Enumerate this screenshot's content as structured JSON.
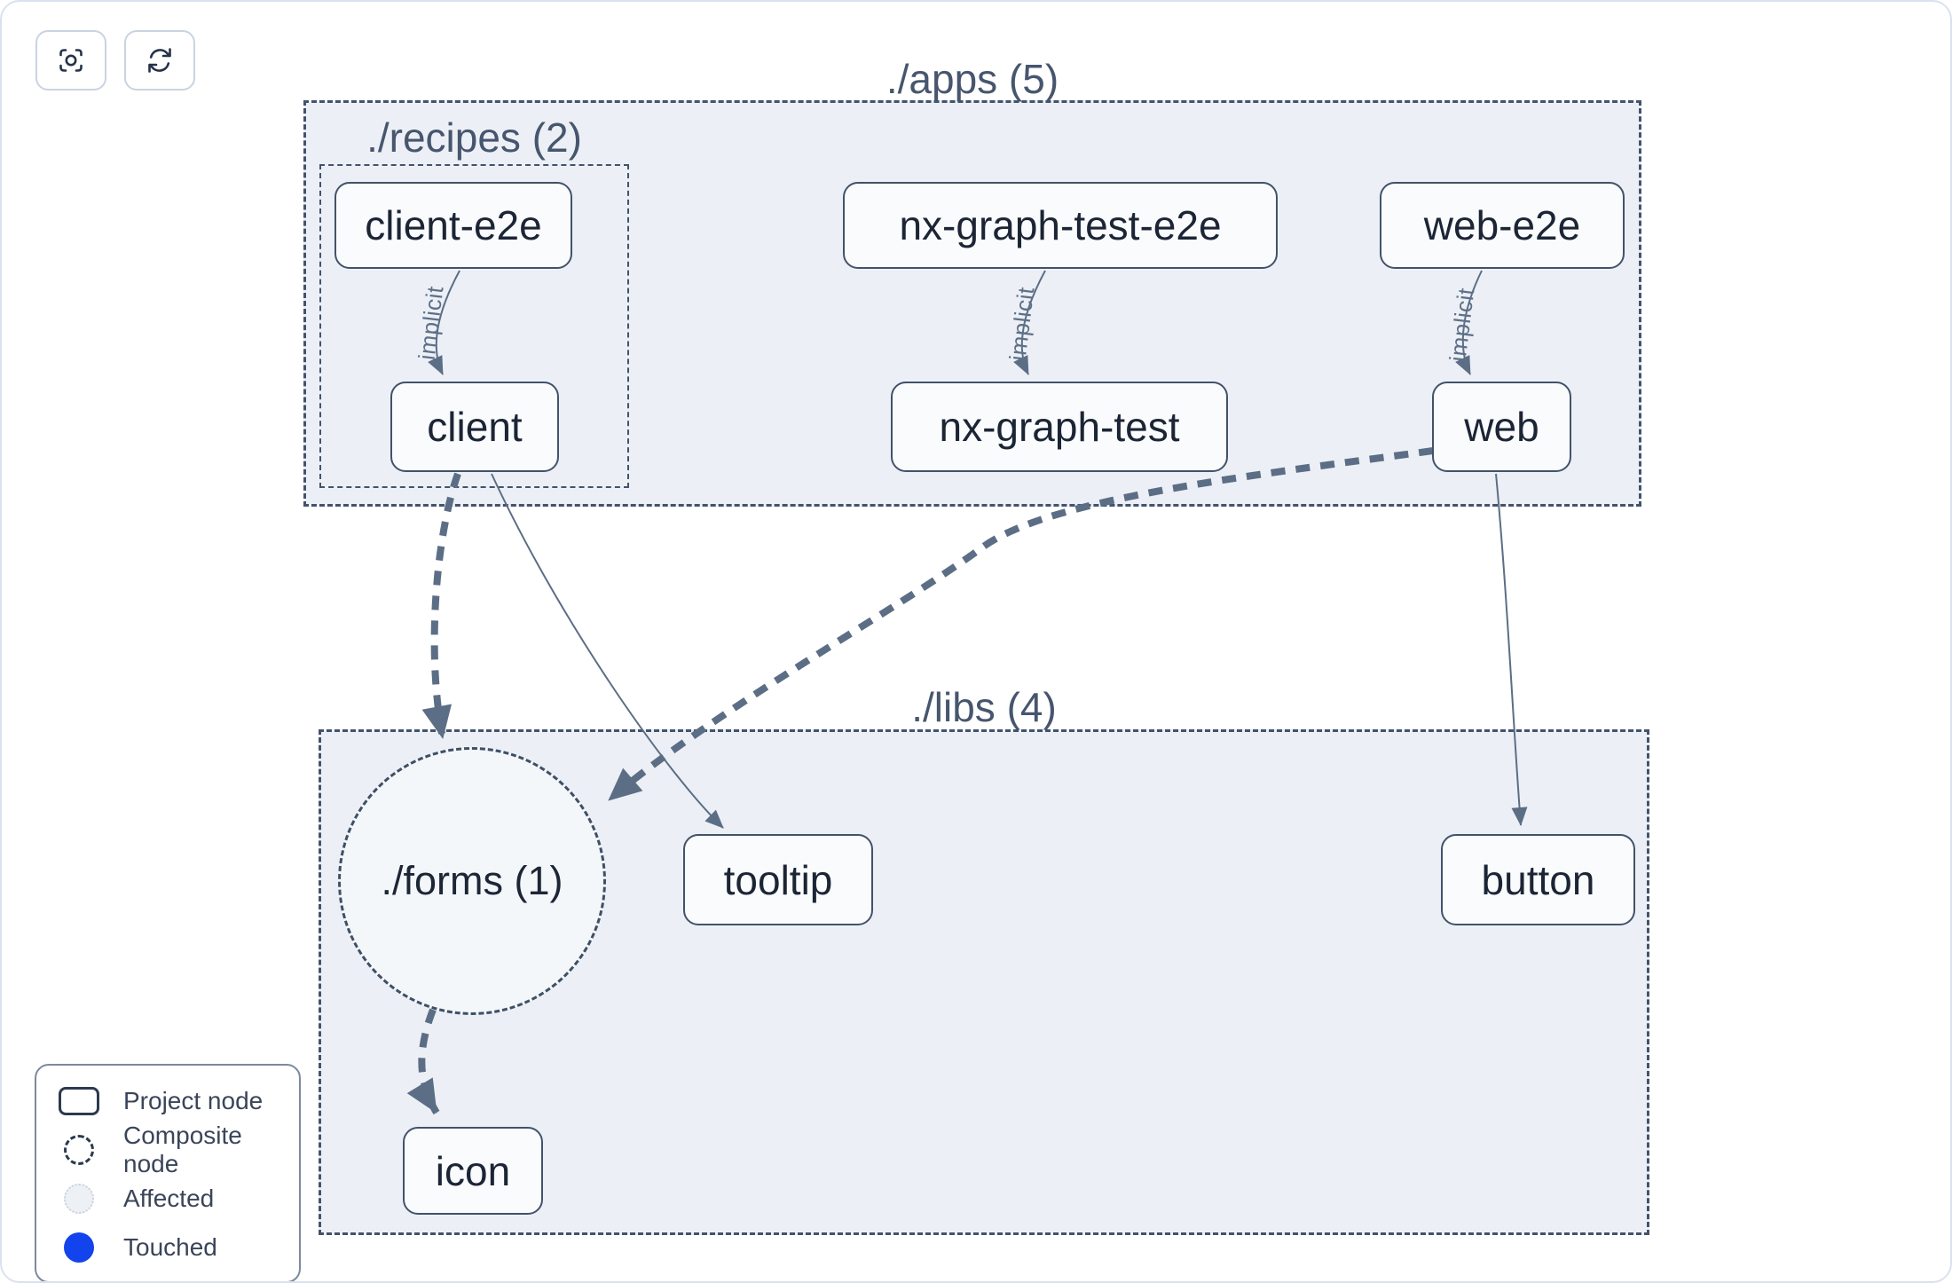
{
  "toolbar": {
    "buttons": [
      {
        "name": "focus",
        "icon": "focus-target-icon"
      },
      {
        "name": "refresh",
        "icon": "refresh-cycle-icon"
      }
    ]
  },
  "groups": {
    "apps": {
      "label": "./apps (5)"
    },
    "recipes": {
      "label": "./recipes (2)"
    },
    "libs": {
      "label": "./libs (4)"
    },
    "forms": {
      "label": "./forms (1)",
      "kind": "composite"
    }
  },
  "nodes": [
    {
      "id": "client-e2e",
      "label": "client-e2e",
      "group": "recipes"
    },
    {
      "id": "client",
      "label": "client",
      "group": "recipes"
    },
    {
      "id": "nx-graph-test-e2e",
      "label": "nx-graph-test-e2e",
      "group": "apps"
    },
    {
      "id": "nx-graph-test",
      "label": "nx-graph-test",
      "group": "apps"
    },
    {
      "id": "web-e2e",
      "label": "web-e2e",
      "group": "apps"
    },
    {
      "id": "web",
      "label": "web",
      "group": "apps"
    },
    {
      "id": "tooltip",
      "label": "tooltip",
      "group": "libs"
    },
    {
      "id": "button",
      "label": "button",
      "group": "libs"
    },
    {
      "id": "icon",
      "label": "icon",
      "group": "libs"
    }
  ],
  "edges": [
    {
      "from": "client-e2e",
      "to": "client",
      "style": "thin-solid",
      "label": "implicit"
    },
    {
      "from": "nx-graph-test-e2e",
      "to": "nx-graph-test",
      "style": "thin-solid",
      "label": "implicit"
    },
    {
      "from": "web-e2e",
      "to": "web",
      "style": "thin-solid",
      "label": "implicit"
    },
    {
      "from": "client",
      "to": "./forms (1)",
      "style": "thick-dashed",
      "label": ""
    },
    {
      "from": "client",
      "to": "tooltip",
      "style": "thin-solid",
      "label": ""
    },
    {
      "from": "web",
      "to": "./forms (1)",
      "style": "thick-dashed",
      "label": ""
    },
    {
      "from": "web",
      "to": "button",
      "style": "thin-solid",
      "label": ""
    },
    {
      "from": "./forms (1)",
      "to": "icon",
      "style": "thick-dashed",
      "label": ""
    }
  ],
  "legend": {
    "items": [
      {
        "label": "Project node",
        "swatch": "project-rect"
      },
      {
        "label": "Composite node",
        "swatch": "dashed-circle"
      },
      {
        "label": "Affected",
        "swatch": "affected-circle"
      },
      {
        "label": "Touched",
        "swatch": "touched-circle"
      }
    ]
  },
  "colors": {
    "touched_blue": "#1243ec",
    "container_fill": "#ecf0f6",
    "container_border": "#43536b",
    "node_fill": "#fafbfd",
    "node_border": "#42526a",
    "node_text": "#1c2535",
    "edge": "#5c6e85",
    "page_border": "#dbe1ee"
  }
}
